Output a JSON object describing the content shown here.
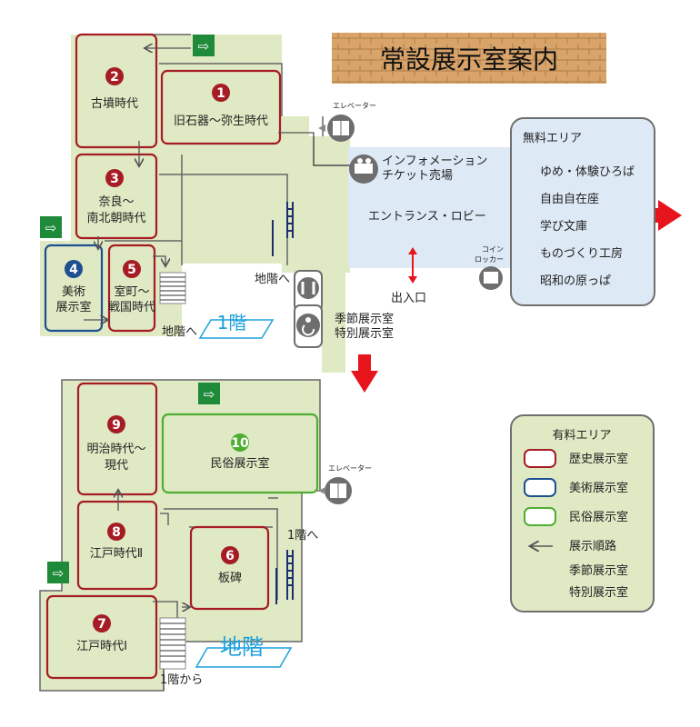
{
  "title": "常設展示室案内",
  "floors": {
    "first": "1階",
    "basement": "地階"
  },
  "rooms": [
    {
      "num": "1",
      "name": "旧石器～弥生時代",
      "type": "history"
    },
    {
      "num": "2",
      "name": "古墳時代",
      "type": "history"
    },
    {
      "num": "3",
      "line1": "奈良～",
      "line2": "南北朝時代",
      "type": "history"
    },
    {
      "num": "4",
      "line1": "美術",
      "line2": "展示室",
      "type": "art"
    },
    {
      "num": "5",
      "line1": "室町～",
      "line2": "戦国時代",
      "type": "history"
    },
    {
      "num": "6",
      "name": "板碑",
      "type": "history"
    },
    {
      "num": "7",
      "name": "江戸時代Ⅰ",
      "type": "history"
    },
    {
      "num": "8",
      "name": "江戸時代Ⅱ",
      "type": "history"
    },
    {
      "num": "9",
      "line1": "明治時代～",
      "line2": "現代",
      "type": "history"
    },
    {
      "num": "10",
      "name": "民俗展示室",
      "type": "folk"
    }
  ],
  "labels": {
    "elevator": "エレベーター",
    "info_line1": "インフォメーション",
    "info_line2": "チケット売場",
    "lobby": "エントランス・ロビー",
    "coin_line1": "コイン",
    "coin_line2": "ロッカー",
    "entrance": "出入口",
    "to_basement": "地階へ",
    "to_first": "1階へ",
    "from_first": "1階から",
    "seasonal_line1": "季節展示室",
    "seasonal_line2": "特別展示室"
  },
  "free_area": {
    "title": "無料エリア",
    "items": [
      "ゆめ・体験ひろば",
      "自由自在座",
      "学び文庫",
      "ものづくり工房",
      "昭和の原っぱ"
    ]
  },
  "paid_area": {
    "title": "有料エリア",
    "legend": [
      {
        "label": "歴史展示室",
        "color": "#a51c24"
      },
      {
        "label": "美術展示室",
        "color": "#1d4f91"
      },
      {
        "label": "民俗展示室",
        "color": "#4fae32"
      },
      {
        "label": "展示順路",
        "color": "#555555"
      },
      {
        "label": "季節展示室",
        "color": ""
      },
      {
        "label": "特別展示室",
        "color": ""
      }
    ]
  },
  "colors": {
    "history": "#a51c24",
    "art": "#1d4f91",
    "folk": "#4fae32",
    "paid_bg": "#dfe9c4",
    "free_bg": "#dde9f5",
    "arrow": "#e8141b",
    "floor_label": "#1ea0dc"
  }
}
